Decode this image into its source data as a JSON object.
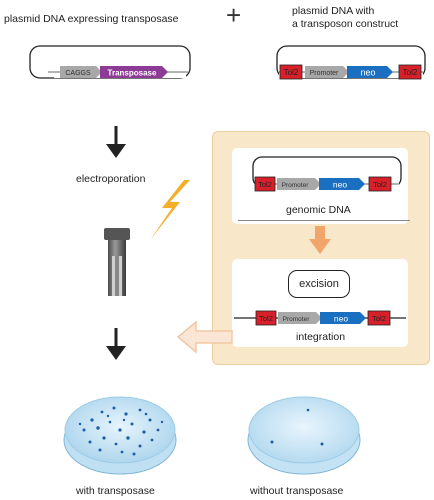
{
  "top": {
    "plasmid1_label": "plasmid DNA expressing transposase",
    "plus_symbol": "+",
    "plasmid2_label_line1": "plasmid DNA with",
    "plasmid2_label_line2": "a transposon construct"
  },
  "plasmid1": {
    "promoter": "CAGGS",
    "gene": "Transposase"
  },
  "plasmid2": {
    "left_element": "Tol2",
    "promoter": "Promoter",
    "gene": "neo",
    "right_element": "Tol2"
  },
  "steps": {
    "electroporation_label": "electroporation"
  },
  "panel": {
    "genomic_label": "genomic DNA",
    "excision_label": "excision",
    "integration_label": "integration",
    "genomic_construct": {
      "left_element": "Tol2",
      "promoter": "Promoter",
      "gene": "neo",
      "right_element": "Tol2"
    },
    "integration_construct": {
      "left_element": "Tol2",
      "promoter": "Promoter",
      "gene": "neo",
      "right_element": "Tol2"
    }
  },
  "results": {
    "left_label": "with transposase",
    "right_label": "without transposase"
  },
  "colors": {
    "tol2_red": "#d8202a",
    "neo_blue": "#1b6fc0",
    "promoter_gray": "#a8a8a8",
    "transposase_purple": "#8e3b97",
    "panel_bg": "#f8e7c9",
    "panel_border": "#eccf9e",
    "arrow_orange": "#f2a56b",
    "lightning": "#f4ae2a",
    "dish_blue": "#cbe6f5",
    "colony_blue": "#1a5fa8"
  }
}
